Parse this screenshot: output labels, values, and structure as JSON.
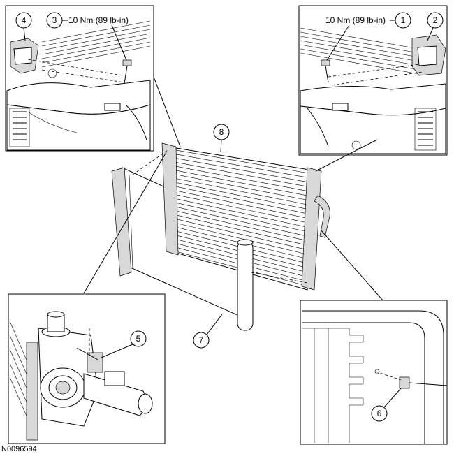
{
  "torque_spec_left": "10 Nm (89 lb-in)",
  "torque_spec_right": "10 Nm (89 lb-in)",
  "callouts": {
    "c1": "1",
    "c2": "2",
    "c3": "3",
    "c4": "4",
    "c5": "5",
    "c6": "6",
    "c7": "7",
    "c8": "8"
  },
  "figure_id": "N0096594"
}
